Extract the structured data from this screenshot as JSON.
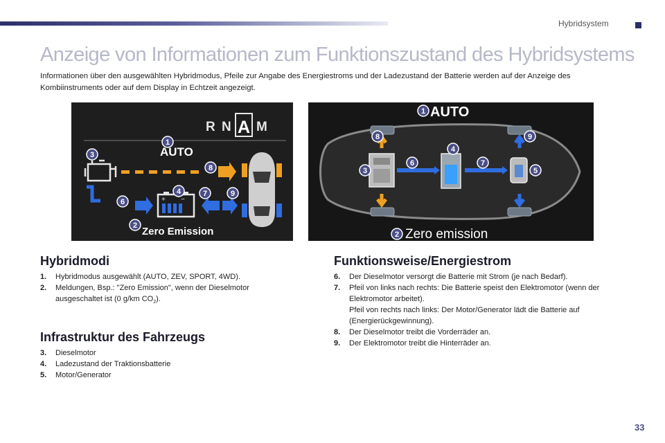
{
  "header": {
    "section": "Hybridsystem"
  },
  "title": "Anzeige von Informationen zum Funktionszustand des Hybridsystems",
  "intro": "Informationen über den ausgewählten Hybridmodus, Pfeile zur Angabe des Energiestroms und der Ladezustand der Batterie werden auf der Anzeige des Kombiinstruments oder auf dem Display in Echtzeit angezeigt.",
  "panel1": {
    "modes": [
      "R",
      "N",
      "A",
      "M"
    ],
    "mode_label": "AUTO",
    "zero_emission": "Zero Emission",
    "markers": [
      "1",
      "2",
      "3",
      "4",
      "6",
      "7",
      "8",
      "9"
    ]
  },
  "panel2": {
    "mode_label": "AUTO",
    "zero_emission": "Zero emission",
    "markers": [
      "1",
      "2",
      "3",
      "4",
      "5",
      "6",
      "7",
      "8",
      "9"
    ]
  },
  "hybridmodi": {
    "heading": "Hybridmodi",
    "items": [
      {
        "num": "1.",
        "text": "Hybridmodus ausgewählt (AUTO, ZEV, SPORT, 4WD)."
      },
      {
        "num": "2.",
        "text_pre": "Meldungen, Bsp.: \"Zero Emission\", wenn der Dieselmotor ausgeschaltet ist (0 g/km CO",
        "sub": "2",
        "text_post": ")."
      }
    ]
  },
  "infrastruktur": {
    "heading": "Infrastruktur des Fahrzeugs",
    "items": [
      {
        "num": "3.",
        "text": "Dieselmotor"
      },
      {
        "num": "4.",
        "text": "Ladezustand der Traktionsbatterie"
      },
      {
        "num": "5.",
        "text": "Motor/Generator"
      }
    ]
  },
  "funktionsweise": {
    "heading": "Funktionsweise/Energiestrom",
    "items": [
      {
        "num": "6.",
        "text": "Der Dieselmotor versorgt die Batterie mit Strom (je nach Bedarf)."
      },
      {
        "num": "7.",
        "text": "Pfeil von links nach rechts: Die Batterie speist den Elektromotor (wenn der Elektromotor arbeitet).",
        "text2": "Pfeil von rechts nach links: Der Motor/Generator lädt die Batterie auf (Energierückgewinnung)."
      },
      {
        "num": "8.",
        "text": "Der Dieselmotor treibt die Vorderräder an."
      },
      {
        "num": "9.",
        "text": "Der Elektromotor treibt die Hinterräder an."
      }
    ]
  },
  "page_number": "33",
  "colors": {
    "accent": "#2b2f6b",
    "title": "#b6b8c8",
    "arrow_orange": "#f0a020",
    "arrow_blue": "#2f6de0"
  }
}
